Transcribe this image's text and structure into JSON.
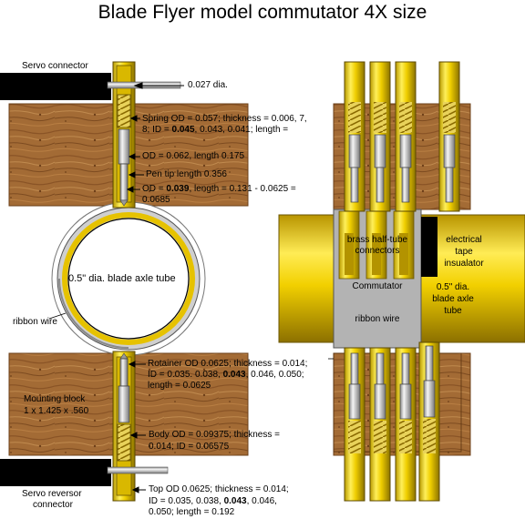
{
  "title": "Blade Flyer model commutator 4X size",
  "left": {
    "servo_connector": "Servo connector",
    "dia_027": "0.027 dia.",
    "spring_1": "Spring OD = 0.057; thickness = 0.006, 7,",
    "spring_2_a": "8; ID = ",
    "spring_2_b": "0.045",
    "spring_2_c": ", 0.043, 0.041; length =",
    "od_062": "OD = 0.062, length 0.175",
    "pen_tip": "Pen tip length 0.356",
    "od_039_a": "OD = ",
    "od_039_b": "0.039",
    "od_039_c": ", length = 0.131 - 0.0625 =",
    "od_039_d": "0.0685",
    "axle_label": "0.5\" dia. blade axle tube",
    "ribbon_wire": "ribbon wire",
    "retainer_1": "Rotainer OD 0.0625; thickness = 0.014;",
    "retainer_2_a": "ID = 0.035. 0.038, ",
    "retainer_2_b": "0.043",
    "retainer_2_c": ", 0.046, 0.050;",
    "retainer_3": "length = 0.0625",
    "mounting_1": "Mounting  block",
    "mounting_2": "1 x 1.425 x .560",
    "body_1": "Body OD = 0.09375; thickness =",
    "body_2": "0.014; ID = 0.06575",
    "reversor_1": "Servo reversor",
    "reversor_2": "connector",
    "top_1": "Top OD 0.0625; thickness = 0.014;",
    "top_2_a": "ID = 0.035, 0.038, ",
    "top_2_b": "0.043",
    "top_2_c": ", 0.046,",
    "top_3": "0.050; length = 0.192"
  },
  "right": {
    "brass_1": "brass half-tube",
    "brass_2": "connectors",
    "tape_1": "electrical",
    "tape_2": "tape",
    "tape_3": "insualator",
    "commutator": "Commutator",
    "axle_1": "0.5\" dia.",
    "axle_2": "blade axle",
    "axle_3": "tube",
    "ribbon_wire": "ribbon wire"
  },
  "colors": {
    "wood": "#a26a34",
    "brass": "#f2d200",
    "steel": "#c8c8c8",
    "commutator": "#b4b4b4",
    "connector": "#000000"
  }
}
